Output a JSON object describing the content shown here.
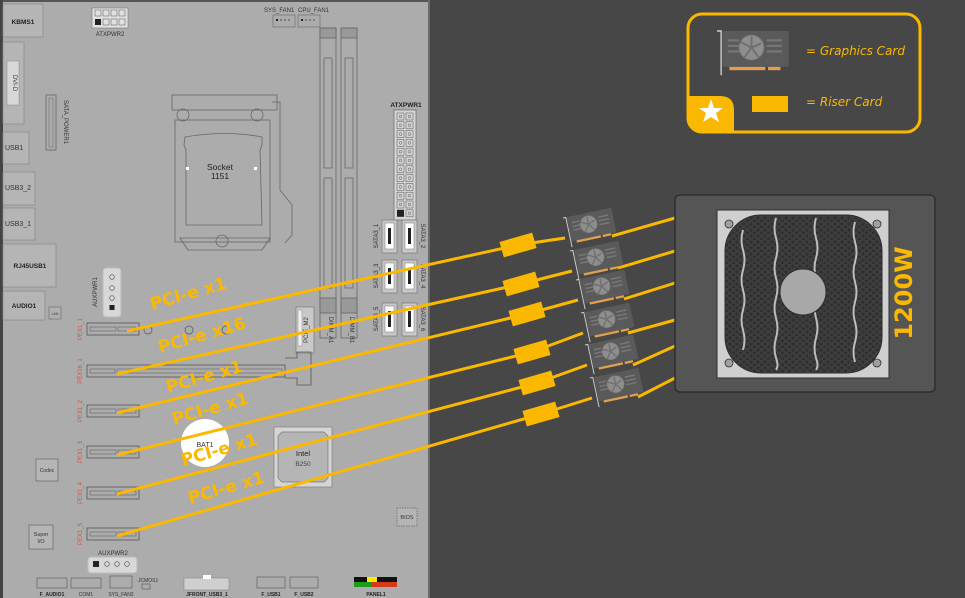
{
  "diagram": {
    "title": "Mining rig wiring: motherboard PCIe slots to GPUs via risers, powered by PSU",
    "colors": {
      "background": "#474747",
      "motherboard": "#acacac",
      "accent": "#fbb800",
      "psu_body": "#555555",
      "slot_label": "#e0503a"
    },
    "motherboard": {
      "labels": {
        "kbms": "KBMS1",
        "dvi": "DVI-D",
        "usb1": "USB1",
        "usb3_2": "USB3_2",
        "usb3_1": "USB3_1",
        "rj45": "RJ45USB1",
        "audio": "AUDIO1",
        "lan": "LAN",
        "atxpwr2": "ATXPWR2",
        "sata_power": "SATA_POWER1",
        "sys_fan1": "SYS_FAN1",
        "cpu_fan1": "CPU_FAN1",
        "socket_line1": "Socket",
        "socket_line2": "1151",
        "atxpwr1": "ATXPWR1",
        "auxpwr1": "AUXPWR1",
        "auxpwr2": "AUXPWR2",
        "pcie_m2": "PCIE_M2",
        "dimm_a1": "DIMM_A1",
        "dimm_b1": "DIMM_B1",
        "sata3_1": "SATA3_1",
        "sata3_2": "SATA3_2",
        "sata3_3": "SATA3_3",
        "sata3_4": "SATA3_4",
        "sata3_5": "SATA3_5",
        "sata3_6": "SATA3_6",
        "bat": "BAT1",
        "chipset_line1": "Intel",
        "chipset_line2": "B250",
        "codec": "Codec",
        "superio_line1": "Super",
        "superio_line2": "I/O",
        "bios": "BIOS",
        "f_audio": "F_AUDIO1",
        "com": "COM1",
        "sys_fan2": "SYS_FAN2",
        "jcmos": "JCMOS1",
        "jfront": "JFRONT_USB3_1",
        "f_usb1": "F_USB1",
        "f_usb2": "F_USB2",
        "panel": "PANEL1"
      },
      "pcie_slots": [
        {
          "id": "PEX1_1",
          "type": "PCI-e x1"
        },
        {
          "id": "PEX16_1",
          "type": "PCI-e x16"
        },
        {
          "id": "PEX1_2",
          "type": "PCI-e x1"
        },
        {
          "id": "PEX1_3",
          "type": "PCI-e x1"
        },
        {
          "id": "PEX1_4",
          "type": "PCI-e x1"
        },
        {
          "id": "PEX1_5",
          "type": "PCI-e x1"
        }
      ]
    },
    "gpu_count": 6,
    "riser_count": 6,
    "psu": {
      "wattage_label": "1200W"
    },
    "legend": {
      "graphics_card": "= Graphics Card",
      "riser_card": "= Riser Card",
      "badge_icon": "star-icon"
    }
  }
}
